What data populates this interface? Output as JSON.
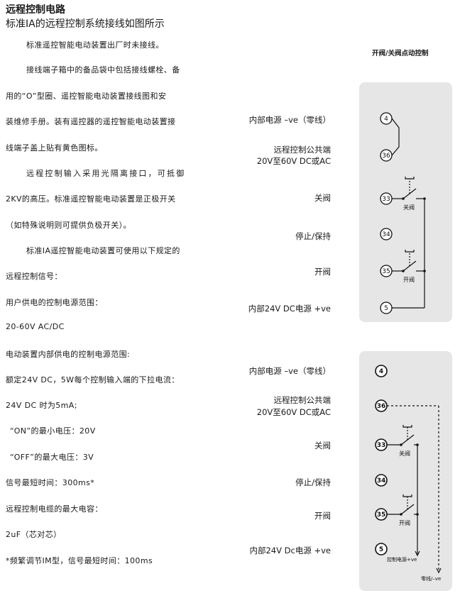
{
  "title": "远程控制电路",
  "subtitle": "标准IA的远程控制系统接线如图所示",
  "paragraphs": [
    "标准遥控智能电动装置出厂时未接线。",
    "接线端子箱中的备品袋中包括接线螺栓、备",
    "用的“O”型圈、遥控智能电动装置接线图和安",
    "装维修手册。装有遥控器的遥控智能电动装置接",
    "线端子盖上贴有黄色图标。",
    "远程控制输入采用光隔离接口，可抵御",
    "2KV的高压。标准遥控智能电动装置是正极开关",
    "（如特殊说明则可提供负极开关）。",
    "标准IA遥控智能电动装置可使用以下规定的",
    "远程控制信号：",
    "用户供电的控制电源范围：",
    "20-60V AC/DC",
    "电动装置内部供电的控制电源范围:",
    "额定24V DC，5W每个控制输入端的下拉电流：",
    "24V DC 时为5mA;",
    "“ON”的最小电压：20V",
    "“OFF”的最大电压：3V",
    "信号最短时间：300ms*",
    "远程控制电缆的最大电容：",
    "2uF（芯对芯）",
    "*频繁调节IM型，信号最短时间：100ms"
  ],
  "panel_header": "开阀/关阀点动控制",
  "diagram1": {
    "labels": [
      "内部电源 –ve（零线）",
      "远程控制公共端",
      "20V至60V DC或AC",
      "关阀",
      "停止/保持",
      "开阀",
      "内部24V DC电源 +ve"
    ]
  },
  "diagram2": {
    "labels": [
      "内部电源 –ve（零线）",
      "远程控制公共端",
      "20V至60V DC或AC",
      "关阀",
      "停止/保持",
      "开阀",
      "内部24V Dc电源 +ve"
    ],
    "bottom_left": "控制电源+ve",
    "bottom_right": "零线/–ve"
  },
  "terminals": [
    "4",
    "36",
    "33",
    "34",
    "35",
    "5"
  ],
  "switch_labels": {
    "close": "关阀",
    "open": "开阀"
  }
}
